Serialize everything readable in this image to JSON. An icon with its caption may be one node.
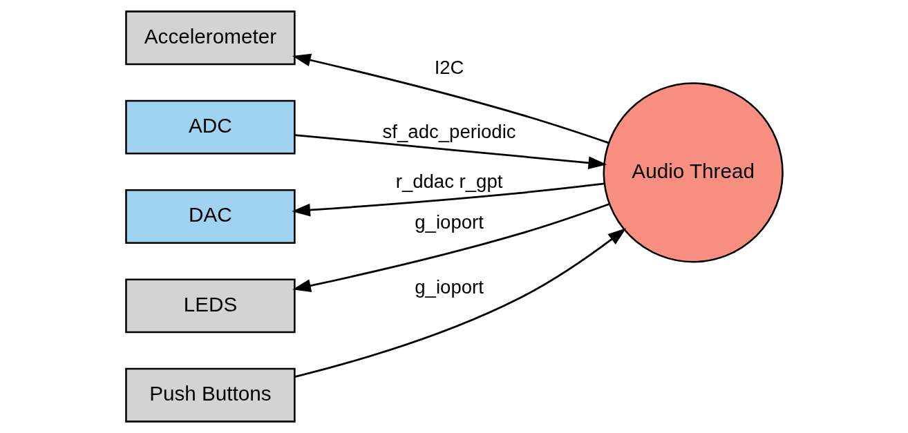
{
  "diagram": {
    "nodes": [
      {
        "text": [
          "Accelerometer"
        ]
      },
      {
        "text": [
          "ADC"
        ]
      },
      {
        "text": [
          "DAC"
        ]
      },
      {
        "text": [
          "Audio Thread"
        ]
      },
      {
        "text": [
          "Push Buttons"
        ]
      },
      {
        "text": [
          "LEDS"
        ]
      }
    ],
    "edges": [
      {
        "from": 3,
        "to": 0,
        "arrow": "to",
        "label": "I2C"
      },
      {
        "from": 1,
        "to": 3,
        "arrow": "to",
        "label": "sf_adc_periodic"
      },
      {
        "from": 3,
        "to": 2,
        "arrow": "to",
        "label": "r_ddac r_gpt"
      },
      {
        "from": 4,
        "to": 3,
        "arrow": "to",
        "label": "g_ioport"
      },
      {
        "from": 3,
        "to": 5,
        "arrow": "to",
        "label": "g_ioport"
      }
    ]
  }
}
